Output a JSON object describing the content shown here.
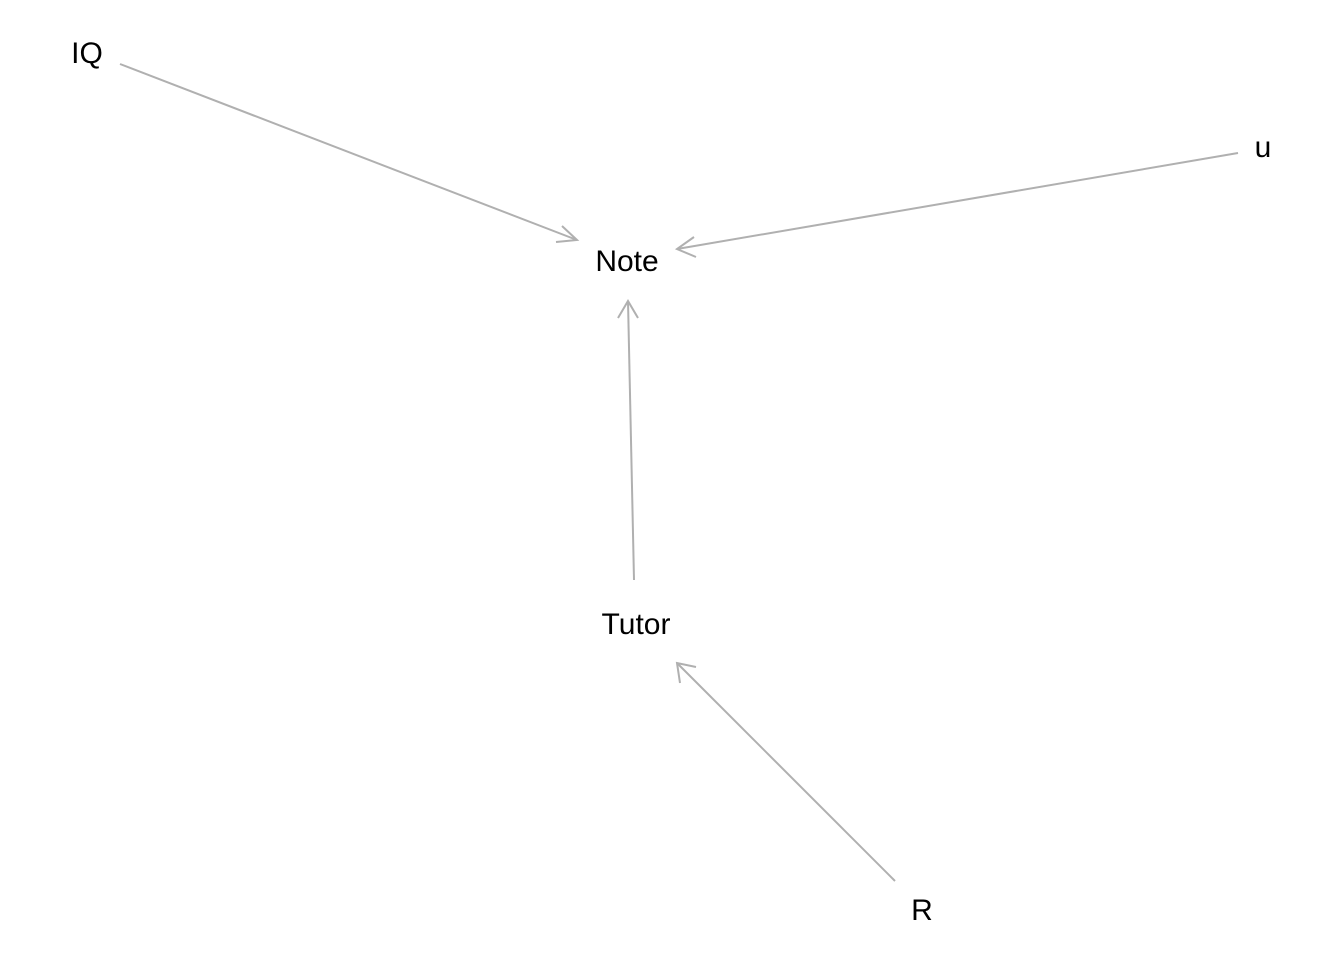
{
  "diagram": {
    "type": "directed-acyclic-graph",
    "nodes": [
      {
        "id": "IQ",
        "label": "IQ"
      },
      {
        "id": "u",
        "label": "u"
      },
      {
        "id": "Note",
        "label": "Note"
      },
      {
        "id": "Tutor",
        "label": "Tutor"
      },
      {
        "id": "R",
        "label": "R"
      }
    ],
    "edges": [
      {
        "from": "IQ",
        "to": "Note"
      },
      {
        "from": "u",
        "to": "Note"
      },
      {
        "from": "Tutor",
        "to": "Note"
      },
      {
        "from": "R",
        "to": "Tutor"
      }
    ],
    "colors": {
      "edge": "#b0b0b0",
      "label": "#000000",
      "background": "#ffffff"
    }
  }
}
